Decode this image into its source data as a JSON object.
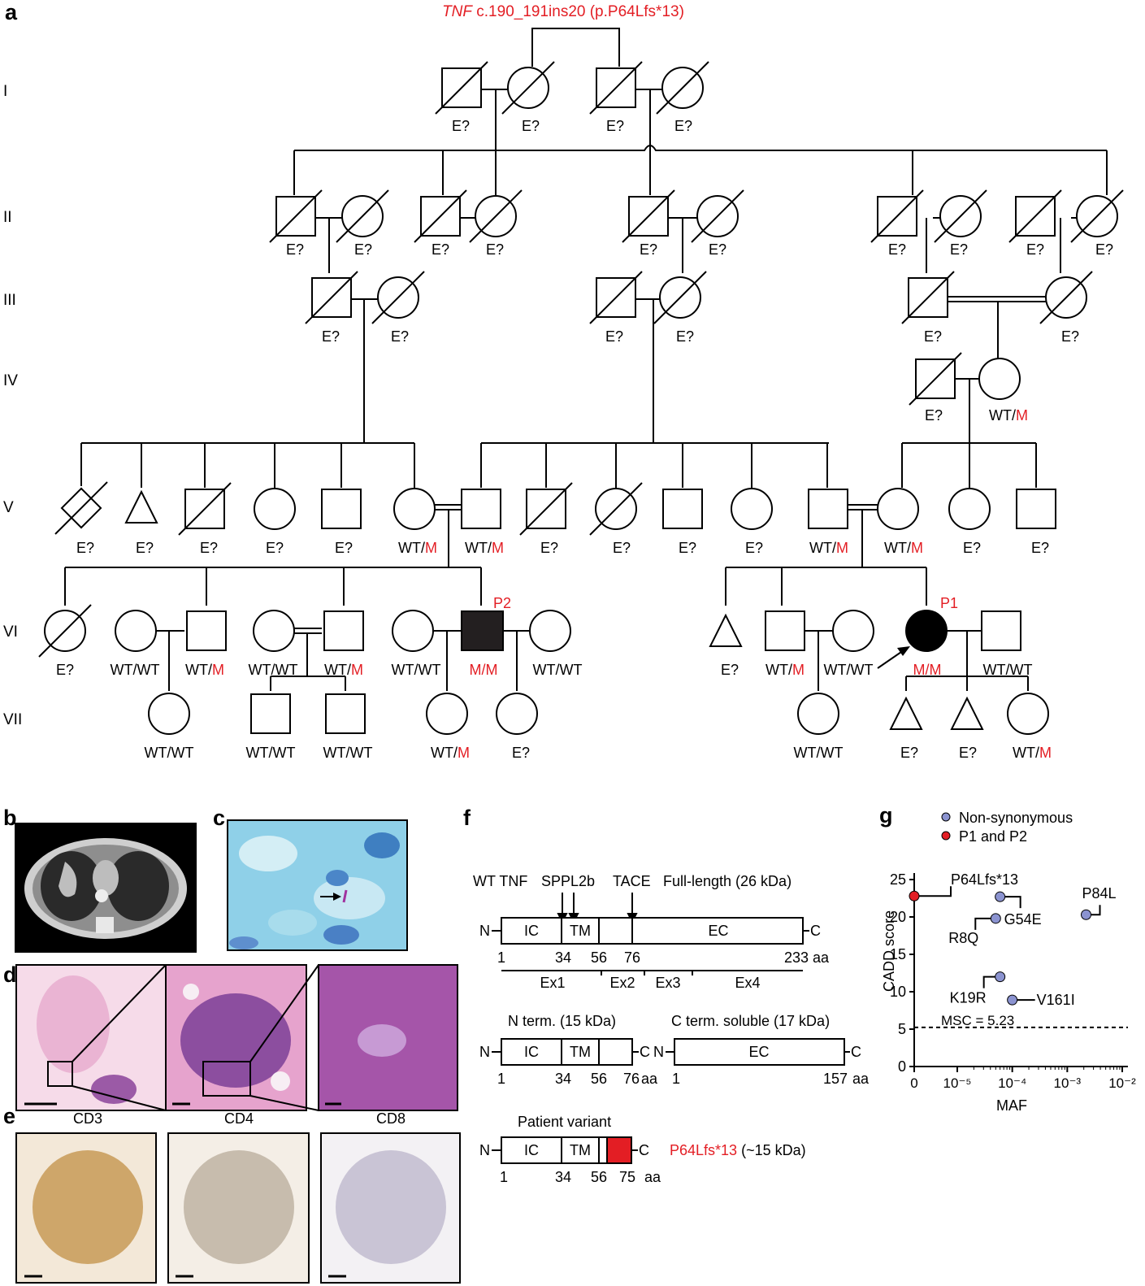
{
  "panel_labels": {
    "a": "a",
    "b": "b",
    "c": "c",
    "d": "d",
    "e": "e",
    "f": "f",
    "g": "g"
  },
  "variant_title": {
    "gene": "TNF",
    "change": " c.190_191ins20 (p.P64Lfs*13)"
  },
  "generations": [
    "I",
    "II",
    "III",
    "IV",
    "V",
    "VI",
    "VII"
  ],
  "genotype_texts": {
    "unknown": "E?",
    "wt_wt": "WT/WT",
    "wt_prefix": "WT/",
    "m": "M",
    "mm": "M/M",
    "p1": "P1",
    "p2": "P2"
  },
  "panel_e_titles": [
    "CD3",
    "CD4",
    "CD8"
  ],
  "panel_f": {
    "wt_label": "WT TNF",
    "sppl_label": "SPPL2b",
    "tace_label": "TACE",
    "full_length": "Full-length (26 kDa)",
    "domain_ic": "IC",
    "domain_tm": "TM",
    "domain_ec": "EC",
    "n": "N",
    "c": "C",
    "pos_1": "1",
    "pos_34": "34",
    "pos_56": "56",
    "pos_76": "76",
    "pos_233": "233",
    "pos_76aa": "76",
    "pos_157": "157",
    "pos_75": "75",
    "aa": "aa",
    "exons": [
      "Ex1",
      "Ex2",
      "Ex3",
      "Ex4"
    ],
    "n_term": "N term. (15 kDa)",
    "c_term": "C term. soluble (17 kDa)",
    "patient_variant": "Patient variant",
    "variant_name": "P64Lfs*13",
    "variant_size": " (~15 kDa)",
    "color_variant": "#e31e24"
  },
  "chart_data": {
    "type": "scatter",
    "xlabel": "MAF",
    "ylabel": "CADD score",
    "ylim": [
      0,
      25
    ],
    "yticks": [
      "0",
      "5",
      "10",
      "15",
      "20",
      "25"
    ],
    "xticks": [
      "0",
      "10⁻⁵",
      "10⁻⁴",
      "10⁻³",
      "10⁻²"
    ],
    "x_scale": "log (with 0 at origin)",
    "threshold": {
      "label": "MSC = 5.23",
      "value": 5.23
    },
    "legend": [
      {
        "name": "Non-synonymous",
        "color": "#8b93d0"
      },
      {
        "name": "P1 and P2",
        "color": "#e31e24"
      }
    ],
    "points": [
      {
        "label": "P64Lfs*13",
        "maf": 0,
        "cadd": 22.8,
        "group": "P1 and P2"
      },
      {
        "label": "G54E",
        "maf": 6e-05,
        "cadd": 22.7,
        "group": "Non-synonymous"
      },
      {
        "label": "P84L",
        "maf": 0.0022,
        "cadd": 20.3,
        "group": "Non-synonymous"
      },
      {
        "label": "R8Q",
        "maf": 5e-05,
        "cadd": 19.8,
        "group": "Non-synonymous"
      },
      {
        "label": "K19R",
        "maf": 6e-05,
        "cadd": 12.0,
        "group": "Non-synonymous"
      },
      {
        "label": "V161I",
        "maf": 0.0001,
        "cadd": 8.9,
        "group": "Non-synonymous"
      }
    ]
  }
}
